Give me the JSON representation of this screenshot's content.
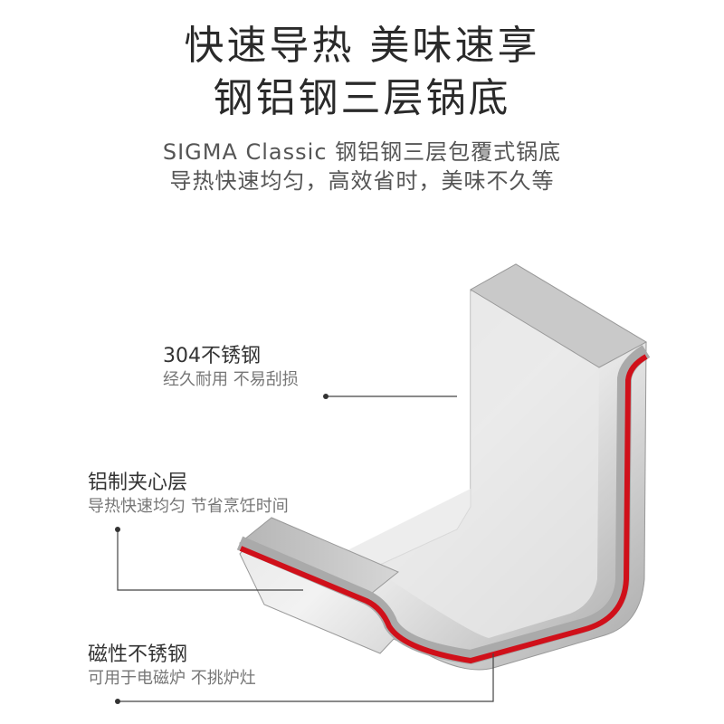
{
  "header": {
    "title_line1": "快速导热 美味速享",
    "title_line2": "钢铝钢三层锅底",
    "subtitle_line1": "SIGMA Classic 钢铝钢三层包覆式锅底",
    "subtitle_line2": "导热快速均匀，高效省时，美味不久等"
  },
  "layers": [
    {
      "title": "304不锈钢",
      "desc": "经久耐用 不易刮损"
    },
    {
      "title": "铝制夹心层",
      "desc": "导热快速均匀 节省烹饪时间"
    },
    {
      "title": "磁性不锈钢",
      "desc": "可用于电磁炉 不挑炉灶"
    }
  ],
  "colors": {
    "steel": "#bdbdbd",
    "aluminum_layer": "#d0101a",
    "line": "#444444"
  }
}
